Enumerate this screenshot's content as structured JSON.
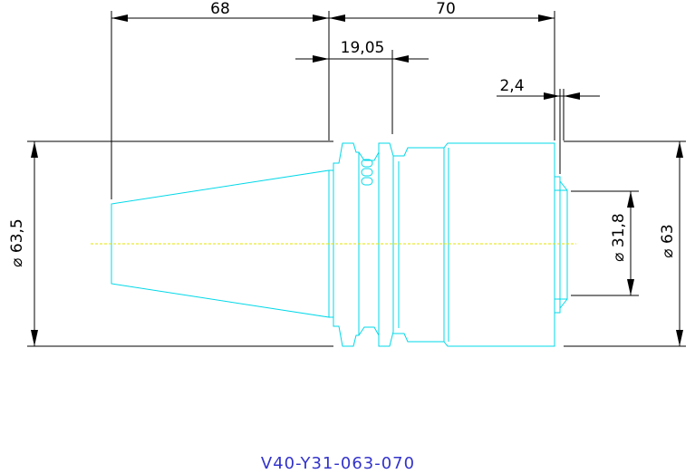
{
  "drawing": {
    "part_number": "V40-Y31-063-070",
    "dimensions": {
      "taper_length": "68",
      "body_length": "70",
      "flange_offset": "19,05",
      "lip": "2,4",
      "flange_diameter": "⌀ 63,5",
      "bore_diameter": "⌀ 31,8",
      "body_diameter": "⌀ 63"
    },
    "colors": {
      "outline": "#00d8e8",
      "dimension_lines": "#000000",
      "center_line": "#e6e600",
      "part_number_text": "#3333cc"
    }
  }
}
